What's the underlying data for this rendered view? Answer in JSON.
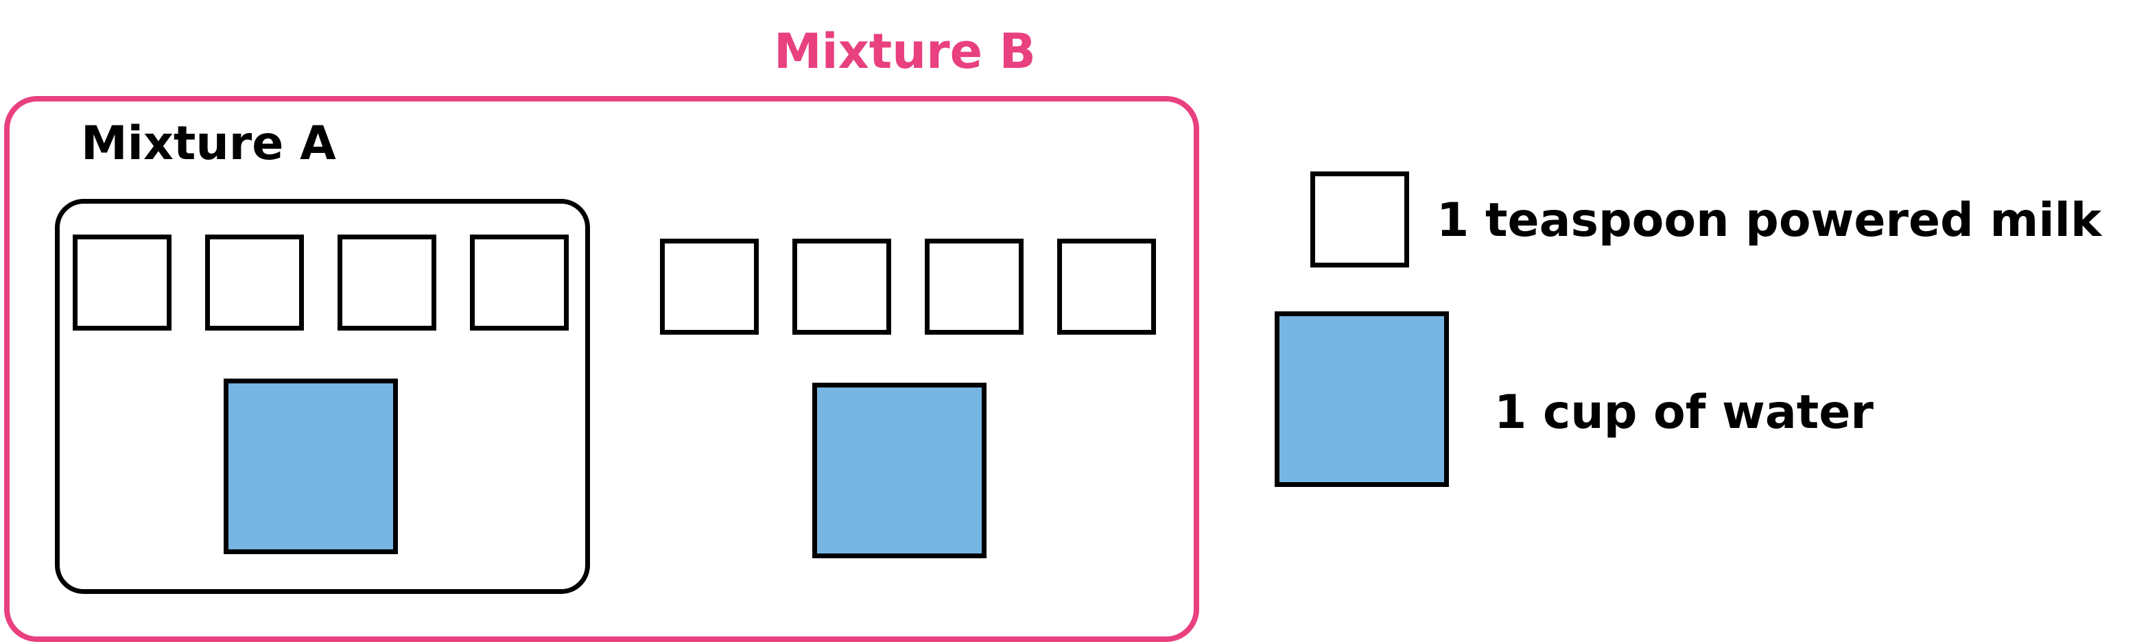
{
  "mixture_b": {
    "title": "Mixture B",
    "border_color": "#e9407f"
  },
  "mixture_a": {
    "title": "Mixture A",
    "border_color": "#000000",
    "teaspoons_powdered_milk": 4,
    "cups_of_water": 1
  },
  "extra_in_b": {
    "teaspoons_powdered_milk": 4,
    "cups_of_water": 1
  },
  "legend": {
    "teaspoon_label": "1 teaspoon powered milk",
    "cup_label": "1 cup of water"
  },
  "colors": {
    "water_fill": "#77b5e3",
    "milk_fill": "#ffffff",
    "outline": "#000000"
  }
}
